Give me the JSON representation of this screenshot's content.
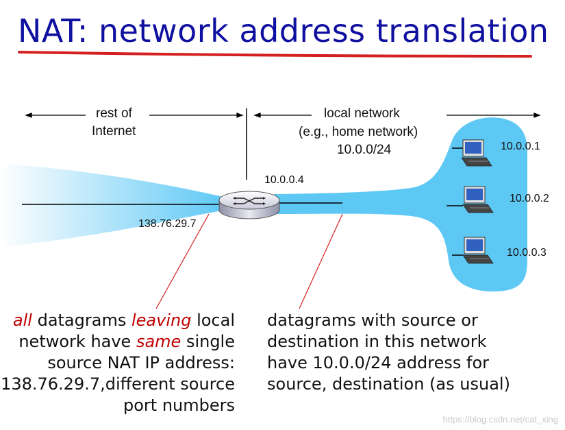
{
  "title": "NAT: network address translation",
  "labels": {
    "rest_of_internet_line1": "rest of",
    "rest_of_internet_line2": "Internet",
    "local_network_line1": "local network",
    "local_network_line2": "(e.g., home network)",
    "local_network_line3": "10.0.0/24"
  },
  "router": {
    "inside_ip": "10.0.0.4",
    "outside_ip": "138.76.29.7"
  },
  "hosts": [
    {
      "ip": "10.0.0.1"
    },
    {
      "ip": "10.0.0.2"
    },
    {
      "ip": "10.0.0.3"
    }
  ],
  "left_note": {
    "w1": "all",
    "t1": " datagrams ",
    "w2": "leaving",
    "t2": " local",
    "t3": "network have ",
    "w3": "same",
    "t4": " single",
    "line3": "source NAT IP address:",
    "line4": "138.76.29.7,different source",
    "line5": "port numbers"
  },
  "right_note": {
    "line1": "datagrams with source or",
    "line2": "destination in this network",
    "line3": "have 10.0.0/24 address for",
    "line4": "source, destination (as usual)"
  },
  "watermark": "https://blog.csdn.net/cat_xing",
  "colors": {
    "title": "#1010a0",
    "underline": "#d42020",
    "network_blue": "#5ec8f5",
    "emphasis_red": "#c00000",
    "annotation_line": "#d42020"
  }
}
